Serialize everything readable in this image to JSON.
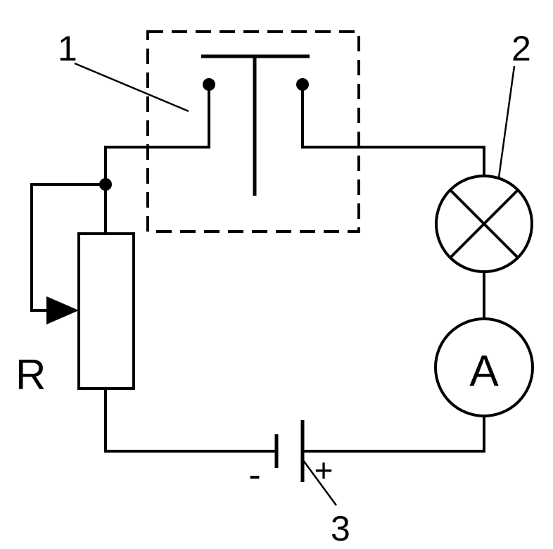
{
  "colors": {
    "stroke": "#000000",
    "background": "#ffffff"
  },
  "components": {
    "push_button_switch": {
      "label": "1",
      "icon": "push-button-switch-icon"
    },
    "lamp": {
      "label": "2",
      "icon": "lamp-icon"
    },
    "battery": {
      "label": "3",
      "icon": "battery-icon",
      "negative": "-",
      "positive": "+"
    },
    "ammeter": {
      "symbol": "A",
      "icon": "ammeter-icon"
    },
    "rheostat": {
      "label": "R",
      "icon": "rheostat-icon"
    }
  }
}
